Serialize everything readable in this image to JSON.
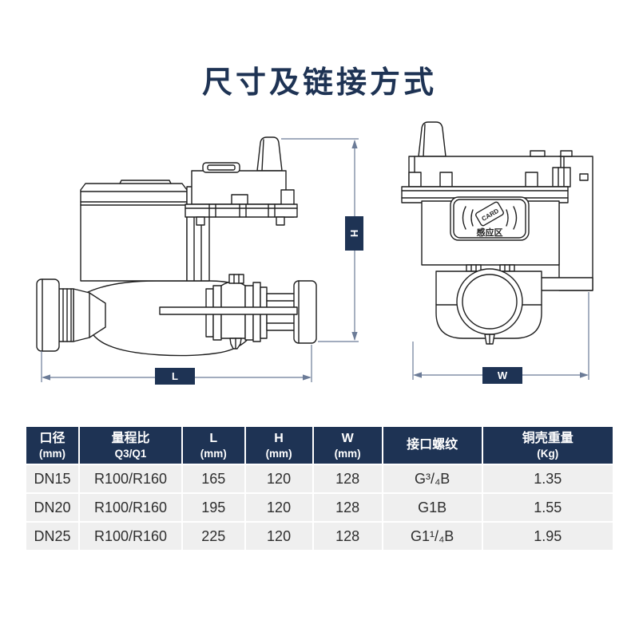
{
  "page": {
    "title": "尺寸及链接方式"
  },
  "diagram": {
    "labels": {
      "l": "L",
      "h": "H",
      "w": "W"
    },
    "sensor": {
      "card": "CARD",
      "zone": "感应区"
    }
  },
  "table": {
    "headers": [
      {
        "line1": "口径",
        "line2": "(mm)"
      },
      {
        "line1": "量程比",
        "line2": "Q3/Q1"
      },
      {
        "line1": "L",
        "line2": "(mm)"
      },
      {
        "line1": "H",
        "line2": "(mm)"
      },
      {
        "line1": "W",
        "line2": "(mm)"
      },
      {
        "line1": "接口螺纹",
        "line2": ""
      },
      {
        "line1": "铜壳重量",
        "line2": "(Kg)"
      }
    ],
    "rows": [
      {
        "cells": [
          "DN15",
          "R100/R160",
          "165",
          "120",
          "128",
          "G³/₄B",
          "1.35"
        ]
      },
      {
        "cells": [
          "DN20",
          "R100/R160",
          "195",
          "120",
          "128",
          "G1B",
          "1.55"
        ]
      },
      {
        "cells": [
          "DN25",
          "R100/R160",
          "225",
          "120",
          "128",
          "G1¹/₄B",
          "1.95"
        ]
      }
    ]
  },
  "colors": {
    "navy": "#1e3354",
    "dimension_line": "#6b7b97",
    "row_background": "#efefef",
    "drawing_ink": "#1f1f1f"
  }
}
